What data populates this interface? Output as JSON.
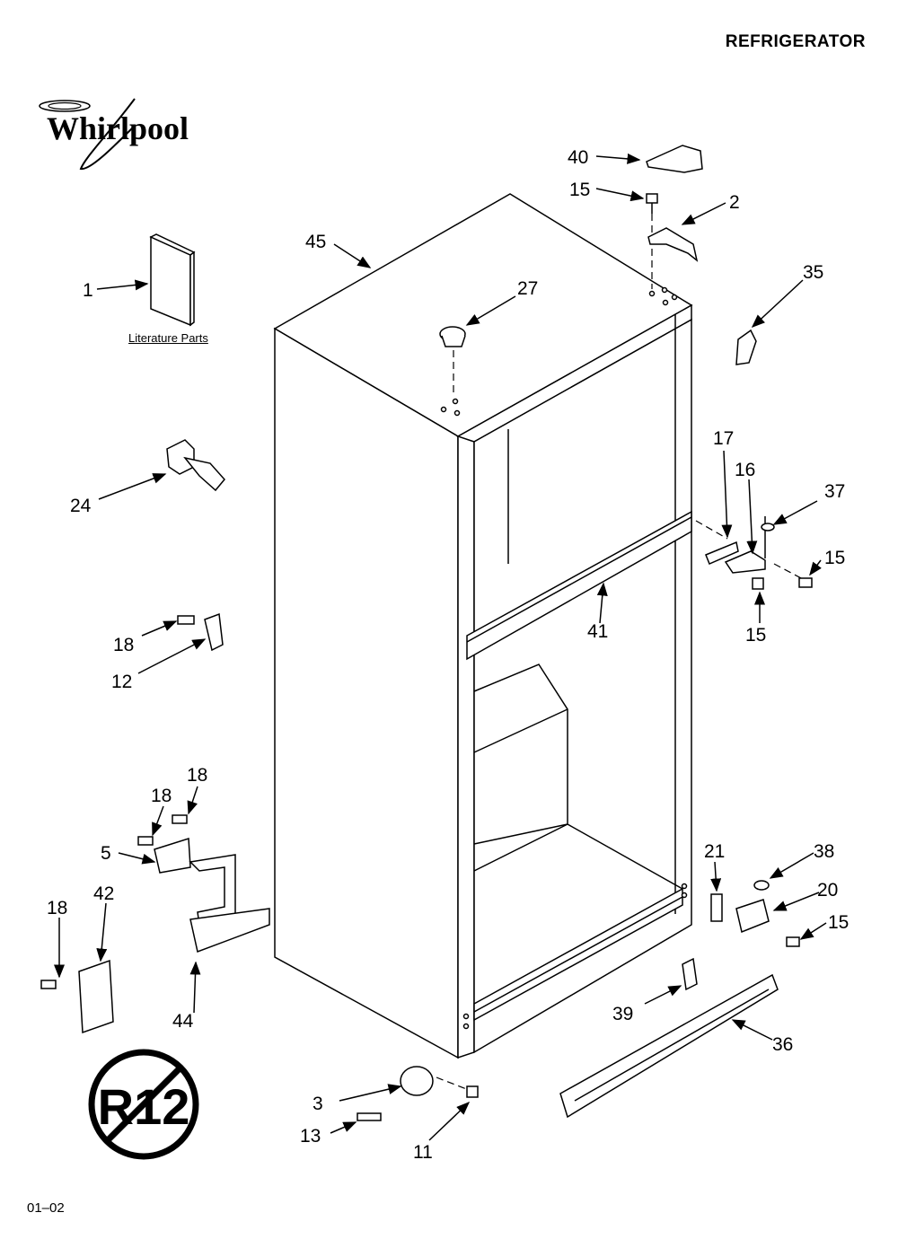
{
  "header": {
    "title": "REFRIGERATOR"
  },
  "brand": {
    "logo_text": "Whirlpool"
  },
  "literature_label": "Literature Parts",
  "r12_badge": "R12",
  "footer": {
    "code": "01–02"
  },
  "callouts": {
    "c1": "1",
    "c2": "2",
    "c3": "3",
    "c5": "5",
    "c11": "11",
    "c12": "12",
    "c13": "13",
    "c15a": "15",
    "c15b": "15",
    "c15c": "15",
    "c15d": "15",
    "c16": "16",
    "c17": "17",
    "c18a": "18",
    "c18b": "18",
    "c18c": "18",
    "c18d": "18",
    "c20": "20",
    "c21": "21",
    "c24": "24",
    "c27": "27",
    "c35": "35",
    "c36": "36",
    "c37": "37",
    "c38": "38",
    "c39": "39",
    "c40": "40",
    "c41": "41",
    "c42": "42",
    "c44": "44",
    "c45": "45"
  }
}
